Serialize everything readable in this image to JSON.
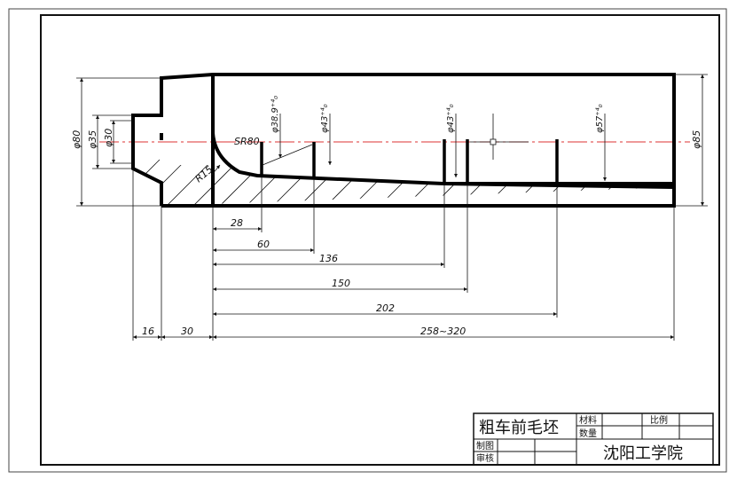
{
  "dimensions": {
    "dia_80": "φ80",
    "dia_35": "φ35",
    "dia_30": "φ30",
    "dia_85": "φ85",
    "dia_38_9": "φ38.9⁺⁴₀",
    "dia_43a": "φ43⁺⁴₀",
    "dia_43b": "φ43⁺⁴₀",
    "dia_57": "φ57⁺⁴₀",
    "sr80": "SR80",
    "r15": "R15",
    "len_28": "28",
    "len_60": "60",
    "len_136": "136",
    "len_150": "150",
    "len_202": "202",
    "len_16": "16",
    "len_30": "30",
    "len_258_320": "258~320"
  },
  "title_block": {
    "title": "粗车前毛坯",
    "material_label": "材料",
    "quantity_label": "数量",
    "scale_label": "比例",
    "drawn_label": "制图",
    "checked_label": "审核",
    "institution": "沈阳工学院"
  }
}
